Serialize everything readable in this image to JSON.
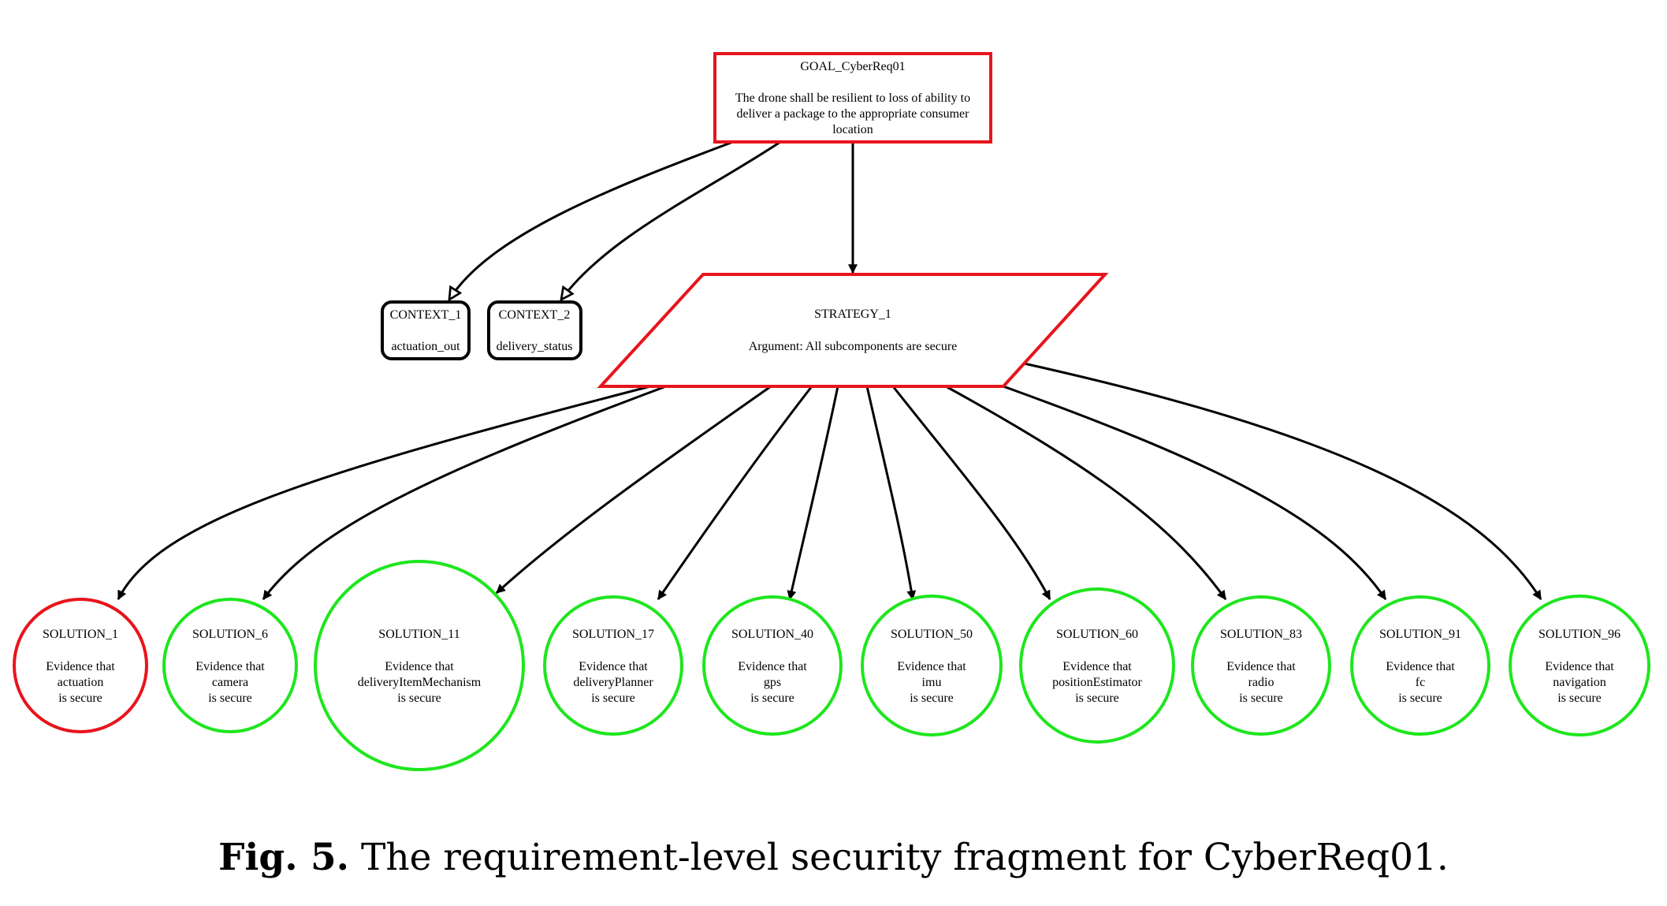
{
  "colors": {
    "red": "#e8141c",
    "green": "#1ee61e",
    "black": "#000000"
  },
  "goal": {
    "id": "GOAL_CyberReq01",
    "text": [
      "The drone shall be resilient to loss of ability to",
      "deliver a package to the appropriate consumer",
      "location"
    ]
  },
  "contexts": [
    {
      "id": "CONTEXT_1",
      "text": "actuation_out"
    },
    {
      "id": "CONTEXT_2",
      "text": "delivery_status"
    }
  ],
  "strategy": {
    "id": "STRATEGY_1",
    "text": "Argument: All subcomponents are secure"
  },
  "solutions": [
    {
      "id": "SOLUTION_1",
      "lines": [
        "Evidence that",
        "actuation",
        "is secure"
      ],
      "status": "red"
    },
    {
      "id": "SOLUTION_6",
      "lines": [
        "Evidence that",
        "camera",
        "is secure"
      ],
      "status": "green"
    },
    {
      "id": "SOLUTION_11",
      "lines": [
        "Evidence that",
        "deliveryItemMechanism",
        "is secure"
      ],
      "status": "green"
    },
    {
      "id": "SOLUTION_17",
      "lines": [
        "Evidence that",
        "deliveryPlanner",
        "is secure"
      ],
      "status": "green"
    },
    {
      "id": "SOLUTION_40",
      "lines": [
        "Evidence that",
        "gps",
        "is secure"
      ],
      "status": "green"
    },
    {
      "id": "SOLUTION_50",
      "lines": [
        "Evidence that",
        "imu",
        "is secure"
      ],
      "status": "green"
    },
    {
      "id": "SOLUTION_60",
      "lines": [
        "Evidence that",
        "positionEstimator",
        "is secure"
      ],
      "status": "green"
    },
    {
      "id": "SOLUTION_83",
      "lines": [
        "Evidence that",
        "radio",
        "is secure"
      ],
      "status": "green"
    },
    {
      "id": "SOLUTION_91",
      "lines": [
        "Evidence that",
        "fc",
        "is secure"
      ],
      "status": "green"
    },
    {
      "id": "SOLUTION_96",
      "lines": [
        "Evidence that",
        "navigation",
        "is secure"
      ],
      "status": "green"
    }
  ],
  "caption": {
    "label": "Fig. 5.",
    "text": "The requirement-level security fragment for CyberReq01."
  }
}
